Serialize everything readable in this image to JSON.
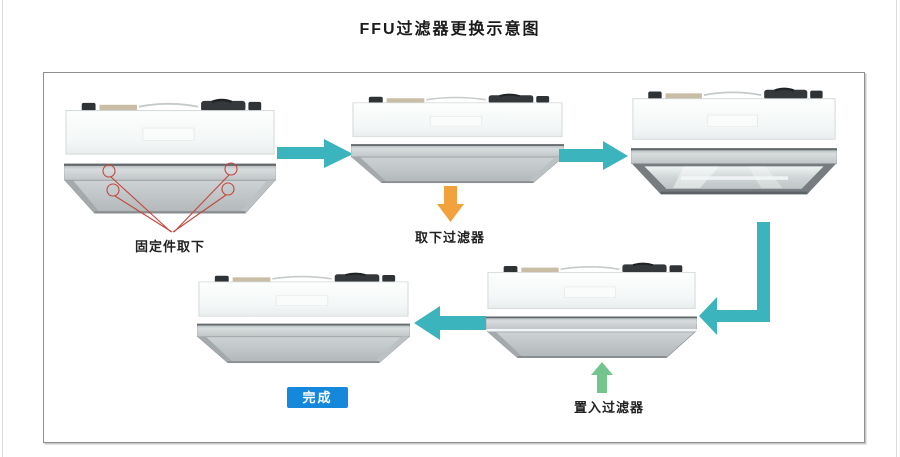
{
  "title": "FFU过滤器更换示意图",
  "steps": {
    "remove_fasteners": "固定件取下",
    "remove_filter": "取下过滤器",
    "insert_filter": "置入过滤器",
    "done": "完成"
  },
  "colors": {
    "flow_arrow": "#3BB4BD",
    "remove_arrow": "#F1A23C",
    "insert_arrow": "#74C48E",
    "done_badge": "#1588DB",
    "annotation_red": "#C4463C"
  }
}
